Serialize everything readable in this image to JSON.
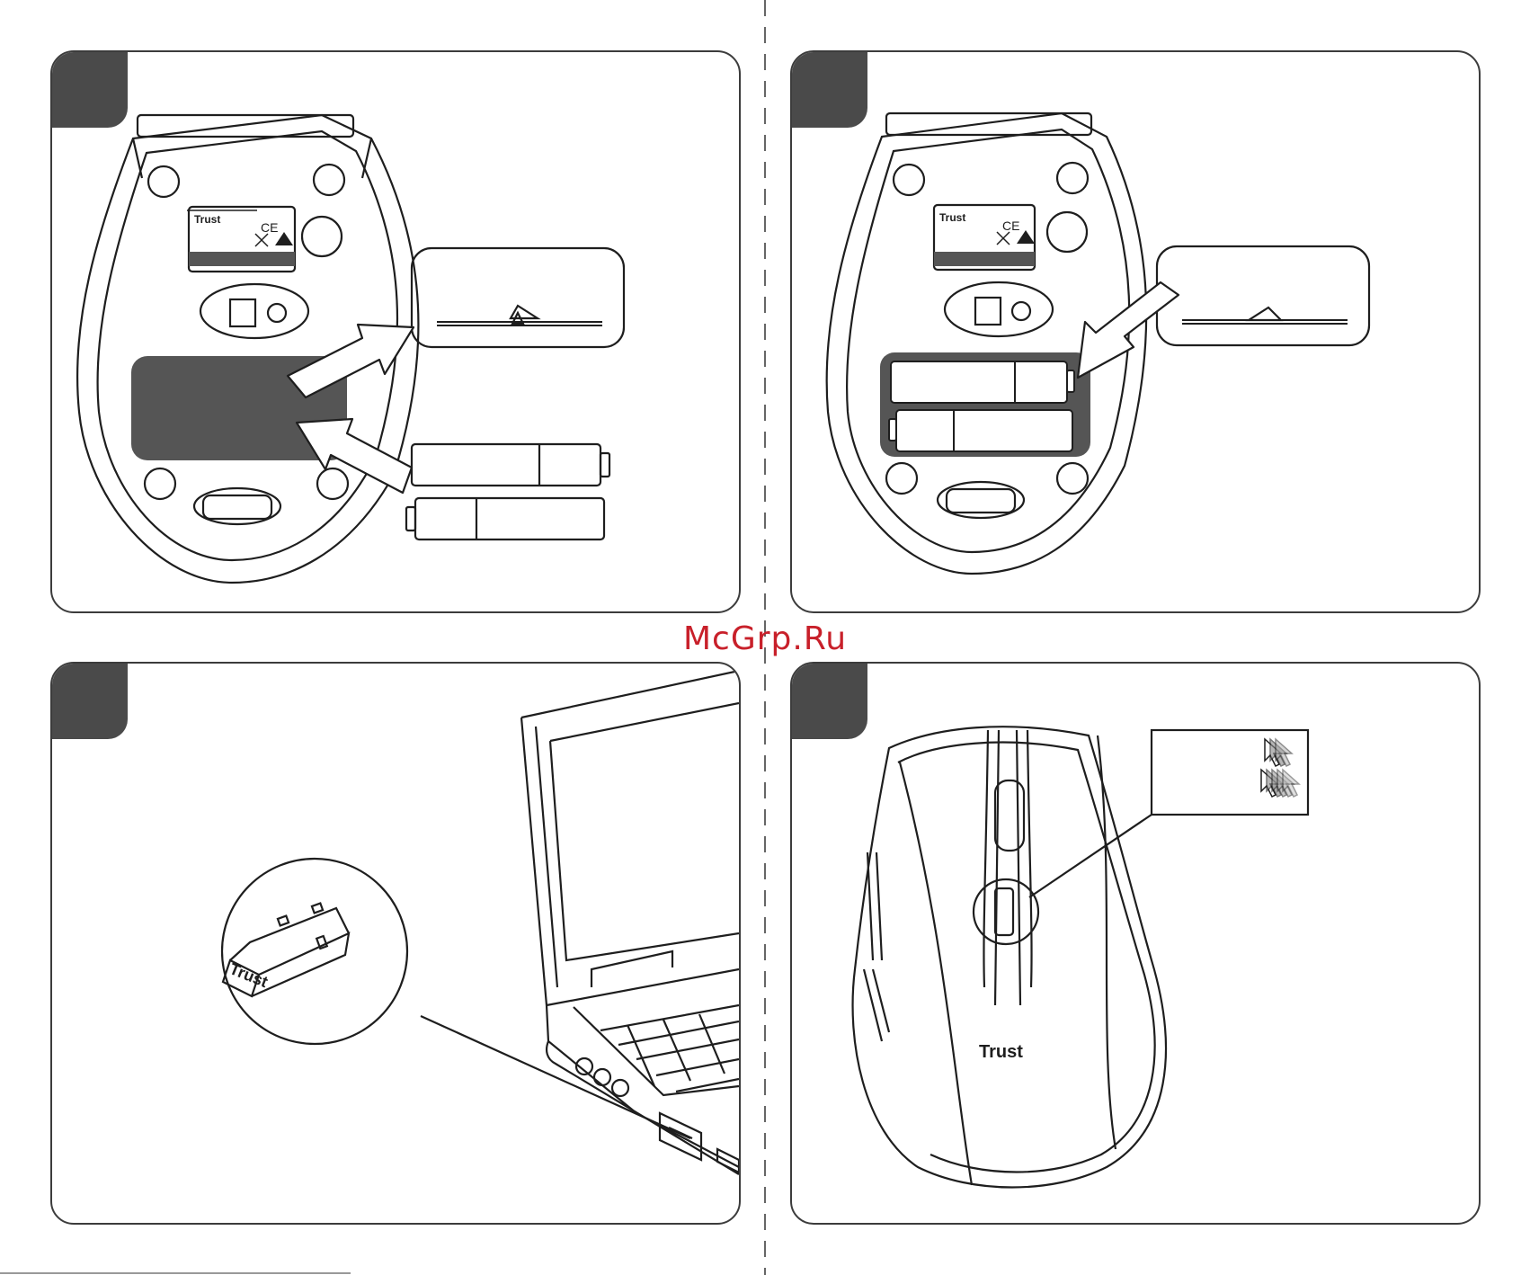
{
  "watermark": "McGrp.Ru",
  "brand": {
    "name": "Trust",
    "label_mark": "CE"
  },
  "colors": {
    "line": "#1e1e1e",
    "tab": "#4a4a4a",
    "fill_dark": "#555555",
    "watermark": "#c8202a"
  },
  "panels": [
    {
      "id": "step-1",
      "scene": "open-battery-cover-and-insert-batteries"
    },
    {
      "id": "step-2",
      "scene": "close-battery-cover"
    },
    {
      "id": "step-3",
      "scene": "plug-usb-receiver-into-laptop"
    },
    {
      "id": "step-4",
      "scene": "dpi-button-cursor-speed"
    }
  ]
}
